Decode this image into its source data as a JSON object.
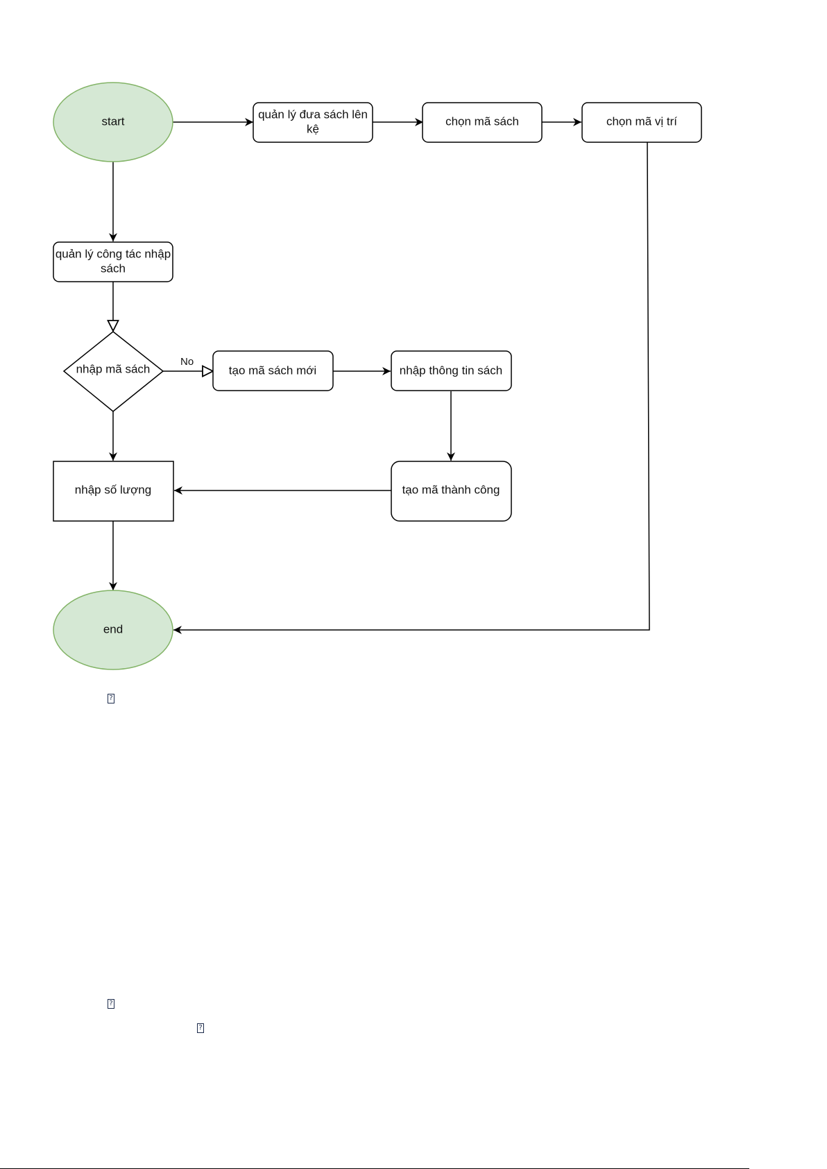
{
  "nodes": {
    "start": "start",
    "manage_shelving": [
      "quản lý đưa sách lên",
      "kệ"
    ],
    "choose_book_code": "chọn mã sách",
    "choose_location_code": "chọn mã vị trí",
    "manage_import": [
      "quản lý công tác nhập",
      "sách"
    ],
    "enter_book_code": "nhập mã sách",
    "create_new_book_code": "tạo mã sách mới",
    "enter_book_info": "nhập thông tin sách",
    "enter_quantity": "nhập số lượng",
    "code_created": "tạo mã thành công",
    "end": "end"
  },
  "edge_labels": {
    "no": "No"
  },
  "colors": {
    "terminal_fill": "#d5e8d4",
    "terminal_stroke": "#82b366",
    "stroke": "#000000"
  },
  "glyphs": {
    "placeholder": "?"
  }
}
